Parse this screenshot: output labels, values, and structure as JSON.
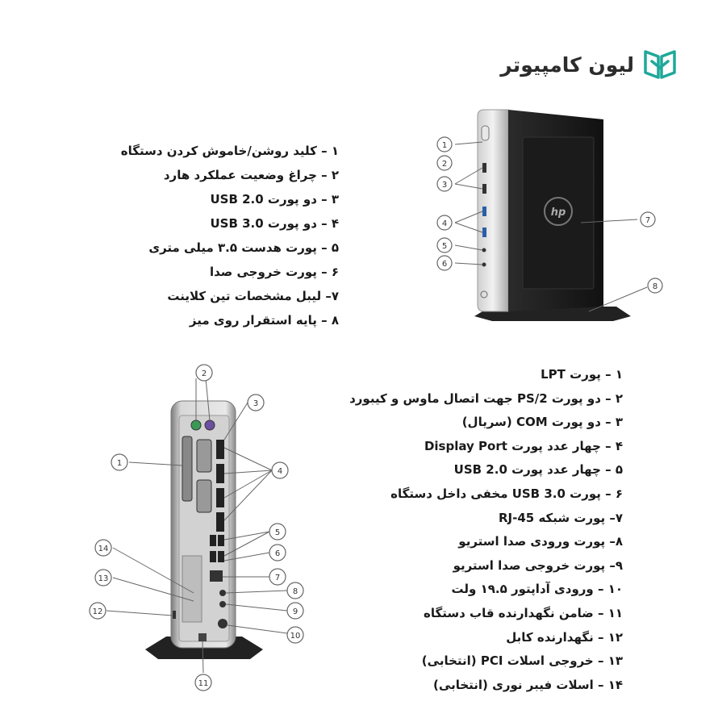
{
  "brand": {
    "name": "لیون کامپیوتر",
    "accent_color": "#1fa89a",
    "logo_icon": "book-shield-icon"
  },
  "front_specs": [
    "۱ – کلید روشن/خاموش کردن دستگاه",
    "۲ – چراغ وضعیت عملکرد هارد",
    "۳ – دو پورت USB 2.0",
    "۴ – دو پورت USB 3.0",
    "۵ – پورت هدست ۳.۵ میلی متری",
    "۶ – پورت خروجی صدا",
    "۷– لیبل مشخصات تین کلاینت",
    "۸ – پایه استقرار روی میز"
  ],
  "rear_specs": [
    "۱ – پورت LPT",
    "۲ – دو پورت PS/2 جهت اتصال ماوس و کیبورد",
    "۳ – دو پورت COM (سریال)",
    "۴ – چهار عدد پورت Display Port",
    "۵ – چهار عدد پورت USB 2.0",
    "۶ – پورت USB 3.0 مخفی داخل دستگاه",
    "۷– پورت شبکه RJ-45",
    "۸– پورت ورودی صدا استریو",
    "۹– پورت خروجی صدا استریو",
    "۱۰ – ورودی آداپتور ۱۹.۵ ولت",
    "۱۱ – ضامن نگهدارنده قاب دستگاه",
    "۱۲ – نگهدارنده کابل",
    "۱۳ – خروجی اسلات PCI (انتخابی)",
    "۱۴ – اسلات فیبر نوری (انتخابی)"
  ],
  "front_callouts": [
    "1",
    "2",
    "3",
    "4",
    "5",
    "6",
    "7",
    "8"
  ],
  "rear_callouts": [
    "1",
    "2",
    "3",
    "4",
    "5",
    "6",
    "7",
    "8",
    "9",
    "10",
    "11",
    "12",
    "13",
    "14"
  ],
  "device_logo": "hp"
}
